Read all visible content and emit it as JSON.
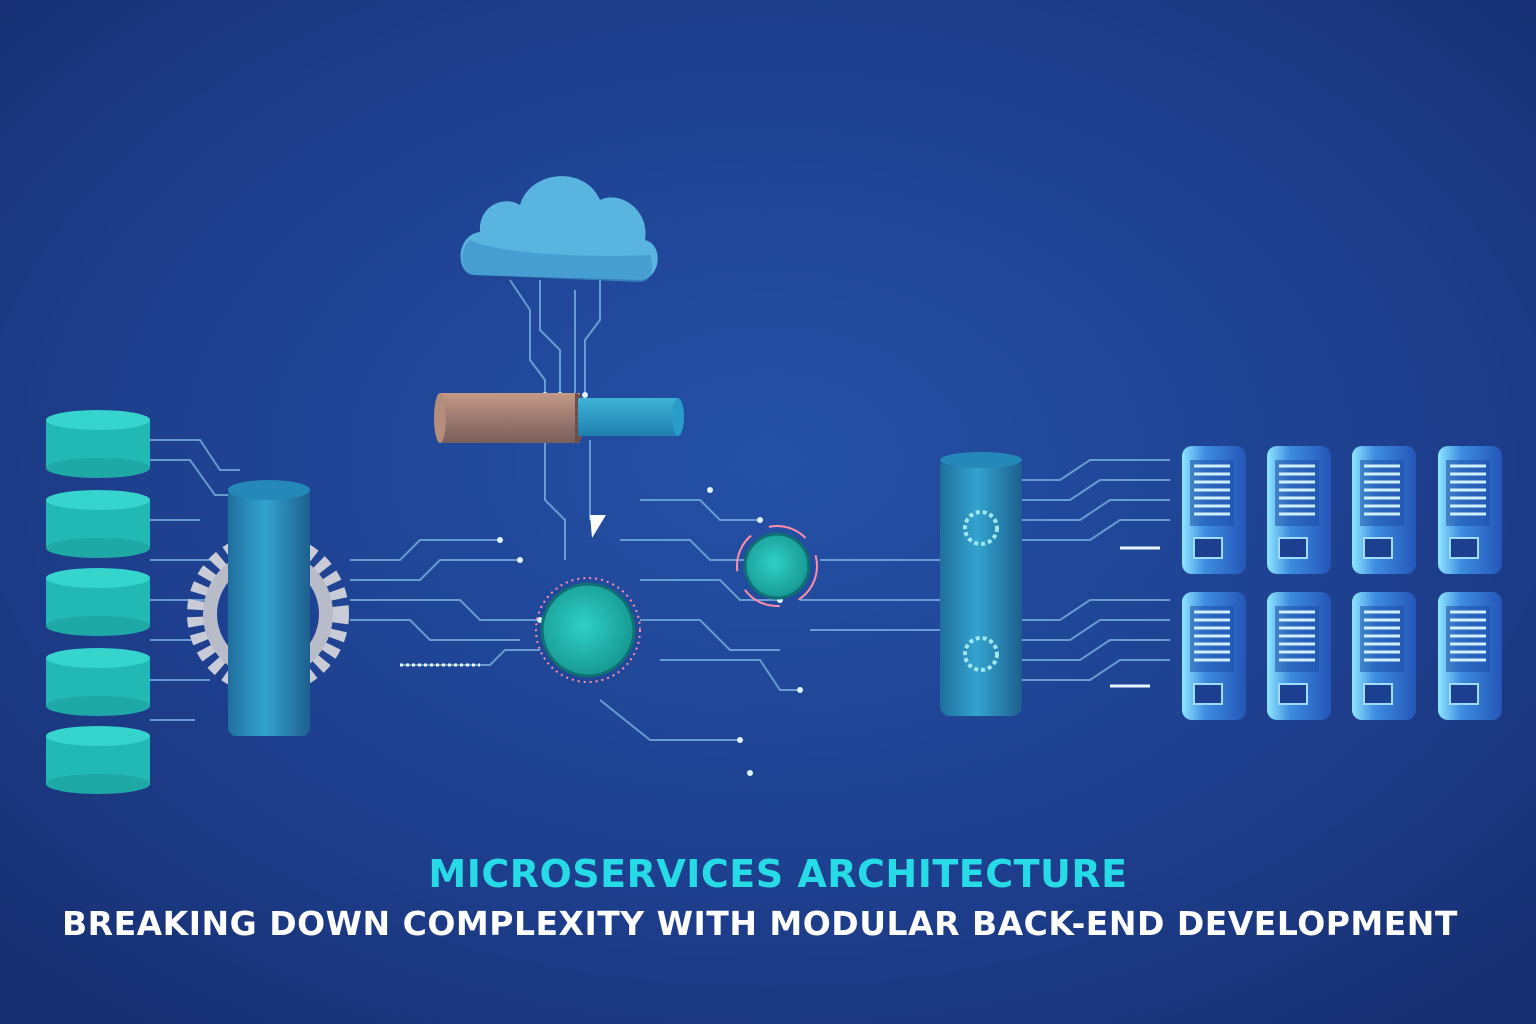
{
  "title": "MICROSERVICES ARCHITECTURE",
  "subtitle": "BREAKING DOWN COMPLEXITY WITH MODULAR BACK-END DEVELOPMENT",
  "colors": {
    "background": "#1e3f8e",
    "teal": "#26c2c0",
    "cylinder": "#2b8fbd",
    "cloud": "#5ab4e0",
    "server": "#3e8ee0",
    "title": "#27dbe6",
    "subtitle": "#ffffff"
  },
  "icons": [
    "cloud-icon",
    "database-icon",
    "gear-icon",
    "server-icon",
    "pipe-icon",
    "circuit-trace-icon"
  ],
  "server_count": 8,
  "database_count": 5
}
